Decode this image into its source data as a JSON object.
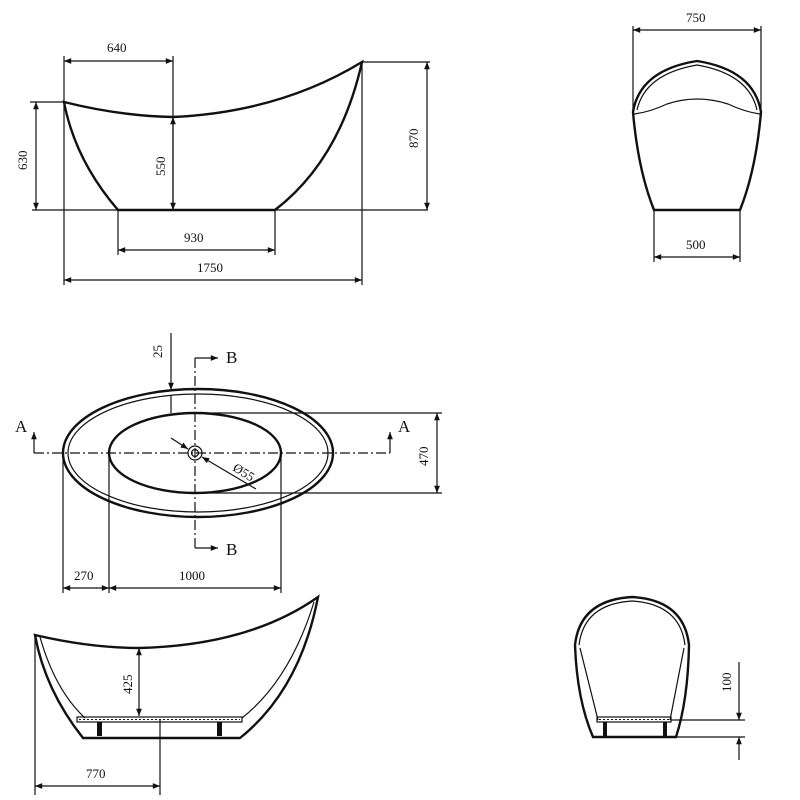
{
  "drawing": {
    "subject": "Freestanding slipper bathtub technical drawing",
    "units": "mm",
    "stroke_color": "#111111",
    "background": "#ffffff"
  },
  "side_view": {
    "dims": {
      "head_offset": "640",
      "left_rim_height": "630",
      "low_rim_height": "550",
      "total_height": "870",
      "base_length": "930",
      "total_length": "1750"
    }
  },
  "end_view": {
    "dims": {
      "top_width": "750",
      "base_width": "500"
    }
  },
  "plan_view": {
    "section_a": "A",
    "section_b": "B",
    "dims": {
      "rim_thickness": "25",
      "inner_width": "470",
      "drain_diameter": "Ø55",
      "left_offset": "270",
      "inner_length": "1000"
    }
  },
  "section_a_view": {
    "dims": {
      "inner_depth": "425",
      "drain_position": "770"
    }
  },
  "section_b_view": {
    "dims": {
      "base_height": "100"
    }
  }
}
